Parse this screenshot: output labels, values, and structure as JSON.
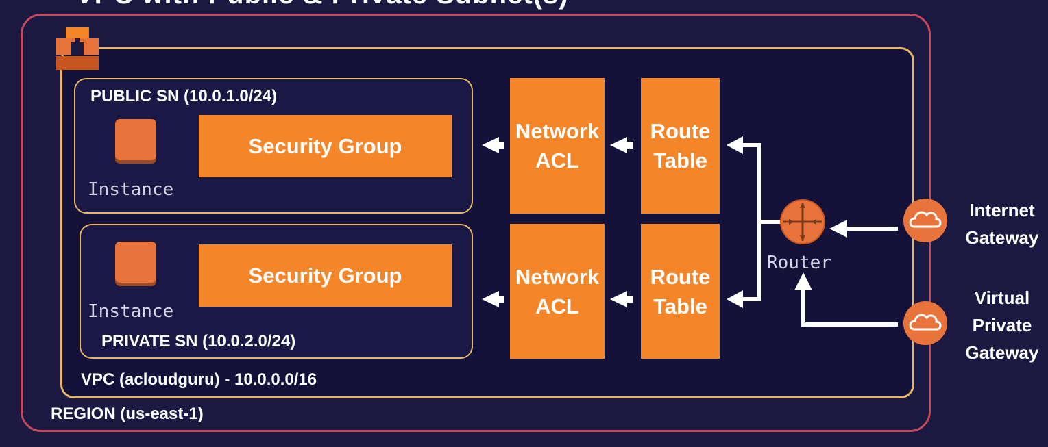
{
  "title_partial": "VPC with Public & Private Subnet(s)",
  "region": {
    "label": "REGION (us-east-1)"
  },
  "vpc": {
    "label": "VPC (acloudguru) - 10.0.0.0/16"
  },
  "public_subnet": {
    "label": "PUBLIC SN (10.0.1.0/24)",
    "instance_label": "Instance",
    "security_group_label": "Security Group",
    "acl_line1": "Network",
    "acl_line2": "ACL",
    "route_line1": "Route",
    "route_line2": "Table"
  },
  "private_subnet": {
    "label": "PRIVATE SN (10.0.2.0/24)",
    "instance_label": "Instance",
    "security_group_label": "Security Group",
    "acl_line1": "Network",
    "acl_line2": "ACL",
    "route_line1": "Route",
    "route_line2": "Table"
  },
  "router": {
    "label": "Router",
    "icon": "router-icon"
  },
  "internet_gateway": {
    "line1": "Internet",
    "line2": "Gateway",
    "icon": "cloud-icon"
  },
  "virtual_private_gateway": {
    "line1": "Virtual",
    "line2": "Private",
    "line3": "Gateway",
    "icon": "cloud-icon"
  },
  "logo": {
    "icon": "aws-vpc-icon"
  },
  "colors": {
    "background": "#1b1841",
    "region_border": "#c74a58",
    "vpc_border": "#e7b664",
    "orange": "#f58529",
    "arrow": "#ffffff"
  }
}
